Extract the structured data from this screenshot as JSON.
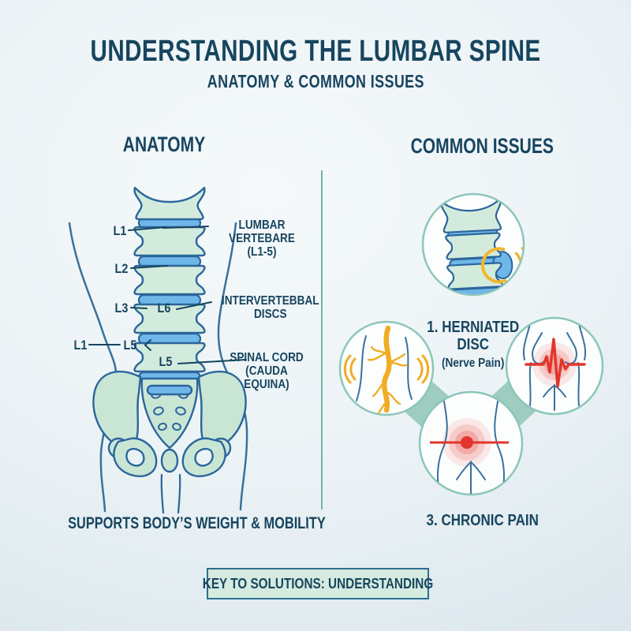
{
  "title": "UNDERSTANDING THE LUMBAR SPINE",
  "subtitle": "ANATOMY & COMMON ISSUES",
  "anatomy": {
    "heading": "ANATOMY",
    "caption": "SUPPORTS BODY’S WEIGHT & MOBILITY",
    "spine_labels": {
      "l1": "L1",
      "l2": "L2",
      "l3": "L3",
      "l1_lower": "L1",
      "l5_side": "L5",
      "l6_on_vertebra": "L6",
      "l5_on_vertebra": "L5"
    },
    "callouts": {
      "vertebrae_line1": "LUMBAR VERTEBARE",
      "vertebrae_line2": "(L1-5)",
      "discs_line1": "INTERVERTEBBAL",
      "discs_line2": "DISCS",
      "cord_line1": "SPINAL CORD (CAUDA",
      "cord_line2": "EQUINA)"
    }
  },
  "issues": {
    "heading": "COMMON ISSUES",
    "herniated_line1": "1. HERNIATED",
    "herniated_line2": "DISC",
    "herniated_sub": "(Nerve Pain)",
    "chronic": "3. CHRONIC PAIN"
  },
  "banner": {
    "label": "KEY TO SOLUTIONS: UNDERSTANDING"
  },
  "colors": {
    "navy": "#17455f",
    "outline_blue": "#2b659b",
    "body_line": "#39719c",
    "mint": "#d2ebdc",
    "pelvis_mint": "#c9e6d5",
    "disc_blue": "#6fb7e8",
    "circle_teal": "#8cc6b9",
    "webbing_teal": "#9ecdc0",
    "divider_teal": "#74b2a6",
    "nerve_yellow": "#f0ad24",
    "pain_red": "#e2352b",
    "banner_fill": "#d6ebdf",
    "banner_border": "#2c6f91"
  }
}
